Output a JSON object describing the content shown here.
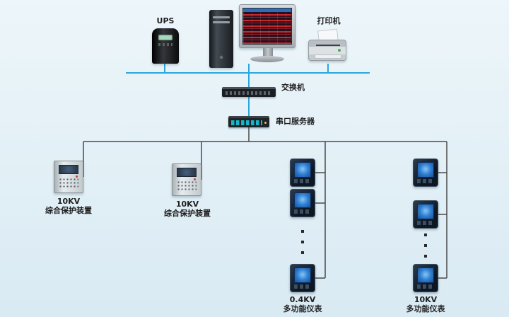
{
  "colors": {
    "bg-top": "#edf6fa",
    "bg-bottom": "#d9eaf3",
    "bus-color": "#2ba7de",
    "wire-color": "#4a4a4a",
    "label-color": "#1f1f1f"
  },
  "nodes": {
    "ups": {
      "label": "UPS"
    },
    "printer": {
      "label": "打印机"
    },
    "switch": {
      "label": "交换机"
    },
    "serial_server": {
      "label": "串口服务器"
    },
    "relay1": {
      "voltage": "10KV",
      "name": "综合保护装置"
    },
    "relay2": {
      "voltage": "10KV",
      "name": "综合保护装置"
    },
    "meter_column_04kv": {
      "voltage": "0.4KV",
      "name": "多功能仪表"
    },
    "meter_column_10kv": {
      "voltage": "10KV",
      "name": "多功能仪表"
    }
  }
}
